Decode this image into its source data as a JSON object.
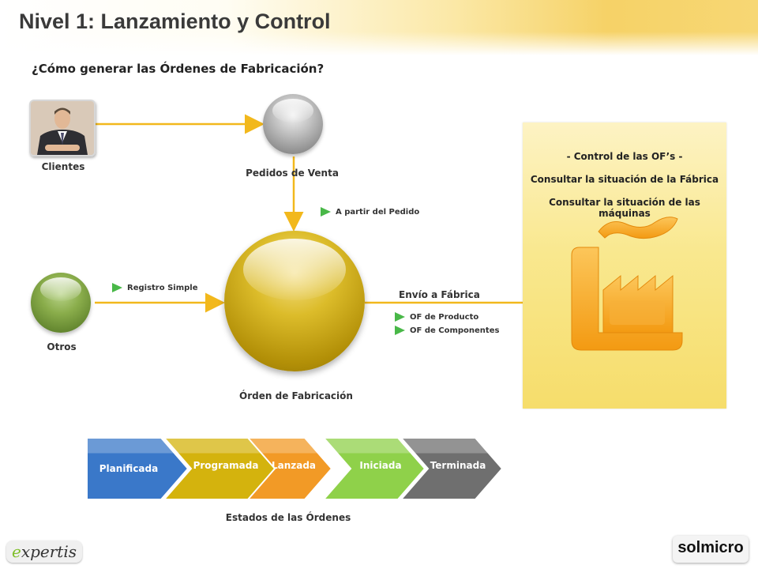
{
  "header": {
    "title": "Nivel 1: Lanzamiento y Control",
    "subtitle": "¿Cómo generar las Órdenes de Fabricación?"
  },
  "nodes": {
    "clientes": "Clientes",
    "pedidos": "Pedidos de Venta",
    "otros": "Otros",
    "orden": "Órden de Fabricación"
  },
  "annotations": {
    "a_partir": "A partir del Pedido",
    "registro": "Registro Simple",
    "envio": "Envío a Fábrica",
    "of_producto": "OF de Producto",
    "of_componentes": "OF de Componentes"
  },
  "panel": {
    "line1": "- Control de las OF’s -",
    "line2": "Consultar la situación de la Fábrica",
    "line3": "Consultar la situación de las máquinas"
  },
  "states": {
    "items": [
      "Planificada",
      "Programada",
      "Lanzada",
      "Iniciada",
      "Terminada"
    ],
    "label": "Estados de las Órdenes"
  },
  "colors": {
    "connector": "#f2b81c",
    "planificada": "#3a78c9",
    "programada": "#d4b30d",
    "lanzada": "#f29a26",
    "iniciada": "#8fd14a",
    "terminada": "#6f6f6f",
    "factory": "#f7a51c"
  },
  "logos": {
    "left": "expertis",
    "right": "solmicro"
  }
}
